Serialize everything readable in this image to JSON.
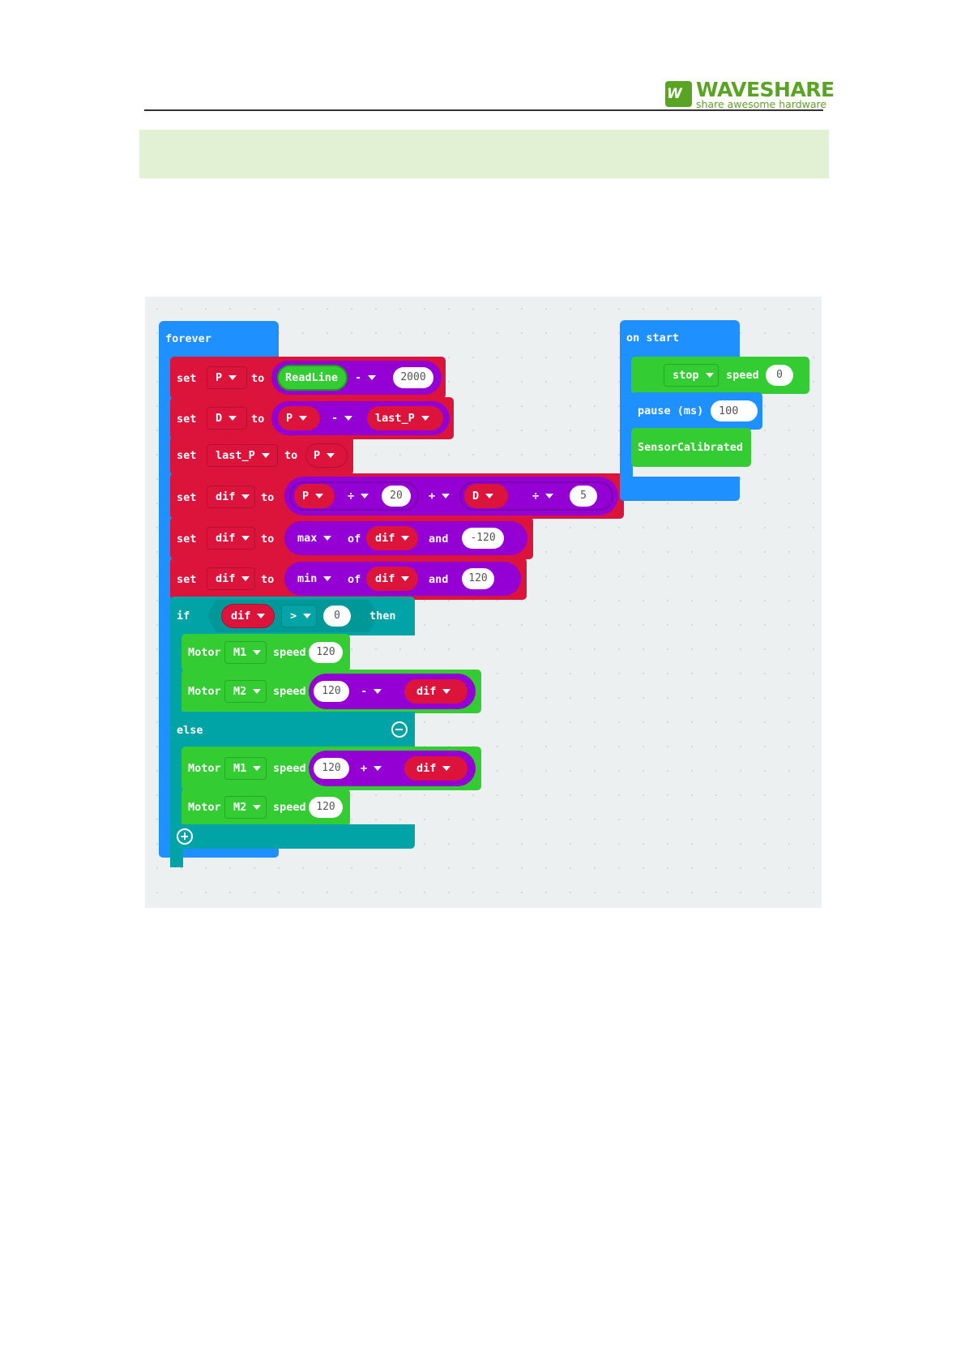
{
  "header": {
    "logo_mark": "W",
    "brand_name": "WAVESHARE",
    "tagline": "share awesome hardware"
  },
  "colors": {
    "brand_green": "#5aa424",
    "basic_blue": "#1e90ff",
    "variables_red": "#dc143c",
    "math_purple": "#9400d3",
    "logic_teal": "#00a4a6",
    "motor_green": "#33cc33",
    "workspace_bg": "#ecf0f1"
  },
  "blocks": {
    "forever": {
      "label": "forever",
      "set_p": {
        "set": "set",
        "var": "P",
        "to": "to",
        "func": "ReadLine",
        "op": "-",
        "value": "2000"
      },
      "set_d": {
        "set": "set",
        "var": "D",
        "to": "to",
        "left": "P",
        "op": "-",
        "right": "last_P"
      },
      "set_last_p": {
        "set": "set",
        "var": "last_P",
        "to": "to",
        "value": "P"
      },
      "set_dif_1": {
        "set": "set",
        "var": "dif",
        "to": "to",
        "a": "P",
        "op1": "÷",
        "b": "20",
        "op2": "+",
        "c": "D",
        "op3": "÷",
        "d": "5"
      },
      "set_dif_2": {
        "set": "set",
        "var": "dif",
        "to": "to",
        "func": "max",
        "of": "of",
        "a": "dif",
        "and": "and",
        "b": "-120"
      },
      "set_dif_3": {
        "set": "set",
        "var": "dif",
        "to": "to",
        "func": "min",
        "of": "of",
        "a": "dif",
        "and": "and",
        "b": "120"
      },
      "if_block": {
        "if": "if",
        "var": "dif",
        "op": ">",
        "value": "0",
        "then": "then",
        "then_m1": {
          "motor": "Motor",
          "id": "M1",
          "speed": "speed",
          "value": "120"
        },
        "then_m2": {
          "motor": "Motor",
          "id": "M2",
          "speed": "speed",
          "a": "120",
          "op": "-",
          "b": "dif"
        },
        "else": "else",
        "else_m1": {
          "motor": "Motor",
          "id": "M1",
          "speed": "speed",
          "a": "120",
          "op": "+",
          "b": "dif"
        },
        "else_m2": {
          "motor": "Motor",
          "id": "M2",
          "speed": "speed",
          "value": "120"
        }
      }
    },
    "on_start": {
      "label": "on start",
      "stop": {
        "action": "stop",
        "speed": "speed",
        "value": "0"
      },
      "pause": {
        "label": "pause (ms)",
        "value": "100"
      },
      "calibrate": {
        "label": "SensorCalibrated"
      }
    }
  }
}
